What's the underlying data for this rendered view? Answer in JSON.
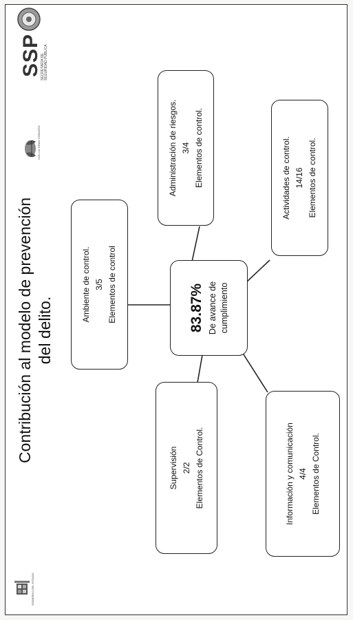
{
  "slide": {
    "title_line1": "Contribución al modelo de prevención",
    "title_line2": "del delito.",
    "header_brand": "SSP",
    "header_brand_caption": "SECRETARÍA DE SEGURIDAD PÚBLICA",
    "left_logo_caption": "GOBIERNO DEL ESTADO",
    "mid_logo_caption": "CON UN GRAN CORAZÓN"
  },
  "diagram": {
    "center": {
      "percent": "83.87%",
      "line1": "De avance de",
      "line2": "cumplimiento"
    },
    "nodes": [
      {
        "id": "ambiente",
        "lines": [
          "Ambiente de control.",
          "3/5",
          "Elementos de control"
        ]
      },
      {
        "id": "riesgos",
        "lines": [
          "Administración de riesgos.",
          "3/4",
          "Elementos de control."
        ]
      },
      {
        "id": "actividades",
        "lines": [
          "Actividades de control.",
          "14/16",
          "Elementos de control."
        ]
      },
      {
        "id": "informacion",
        "lines": [
          "Información y comunicación",
          "4/4",
          "Elementos de Control."
        ]
      },
      {
        "id": "supervision",
        "lines": [
          "Supervisión",
          "2/2",
          "Elementos de Control."
        ]
      }
    ]
  }
}
